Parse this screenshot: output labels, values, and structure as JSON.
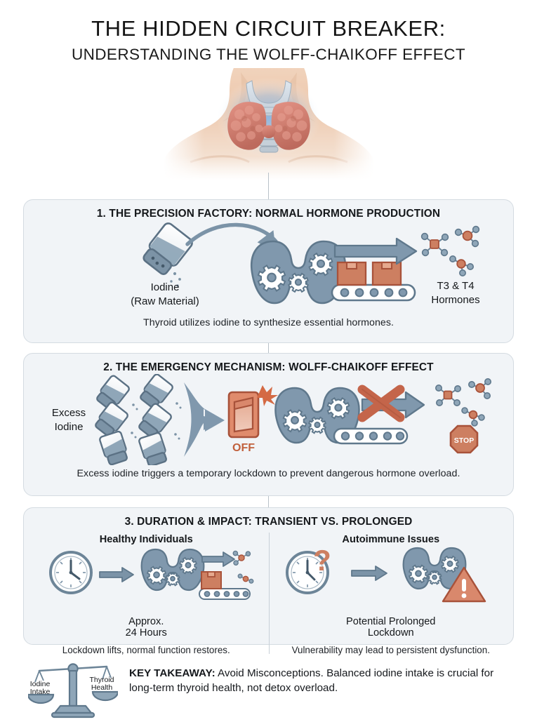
{
  "header": {
    "title": "THE HIDDEN CIRCUIT BREAKER:",
    "subtitle": "UNDERSTANDING THE WOLFF-CHAIKOFF EFFECT"
  },
  "hero": {
    "icon": "thyroid-anatomy-illustration",
    "alt": "Anatomical illustration of a human neck with thyroid gland highlighted"
  },
  "sections": [
    {
      "id": "precision-factory",
      "title": "1. THE PRECISION FACTORY: NORMAL HORMONE PRODUCTION",
      "caption": "Thyroid utilizes iodine to synthesize essential hormones.",
      "labels": {
        "source_line1": "Iodine",
        "source_line2": "(Raw Material)",
        "output_line1": "T3 & T4",
        "output_line2": "Hormones"
      },
      "icons": [
        "salt-shaker-icon",
        "curved-arrow-icon",
        "thyroid-gears-icon",
        "conveyor-belt-icon",
        "box-icon",
        "arrow-right-icon",
        "molecule-icon"
      ]
    },
    {
      "id": "emergency-mechanism",
      "title": "2. THE EMERGENCY MECHANISM: WOLFF-CHAIKOFF EFFECT",
      "caption": "Excess iodine triggers a temporary lockdown to prevent dangerous hormone overload.",
      "labels": {
        "source_line1": "Excess",
        "source_line2": "Iodine",
        "switch_state": "OFF",
        "stop_sign": "STOP"
      },
      "icons": [
        "salt-shaker-icon",
        "funnel-arrow-icon",
        "toggle-switch-off-icon",
        "spark-icon",
        "thyroid-gears-icon",
        "red-x-icon",
        "arrow-right-icon",
        "conveyor-belt-icon",
        "molecule-icon",
        "stop-sign-icon"
      ]
    },
    {
      "id": "duration-impact",
      "title": "3. DURATION & IMPACT: TRANSIENT VS. PROLONGED",
      "columns": [
        {
          "heading": "Healthy Individuals",
          "label_line1": "Approx.",
          "label_line2": "24 Hours",
          "caption": "Lockdown lifts, normal function restores.",
          "icons": [
            "clock-icon",
            "arrow-right-icon",
            "thyroid-gears-icon",
            "conveyor-belt-icon",
            "box-icon",
            "molecule-icon"
          ]
        },
        {
          "heading": "Autoimmune Issues",
          "label_line1": "Potential Prolonged",
          "label_line2": "Lockdown",
          "caption": "Vulnerability may lead to persistent dysfunction.",
          "icons": [
            "clock-icon",
            "question-mark-icon",
            "arrow-right-icon",
            "thyroid-gears-icon",
            "warning-triangle-icon"
          ]
        }
      ]
    }
  ],
  "footer": {
    "icon": "balance-scale-icon",
    "scale_left_line1": "Iodine",
    "scale_left_line2": "Intake",
    "scale_right_line1": "Thyroid",
    "scale_right_line2": "Health",
    "takeaway_label": "KEY TAKEAWAY:",
    "takeaway_text": " Avoid Misconceptions. Balanced iodine intake is crucial for long-term thyroid health, not detox overload."
  },
  "colors": {
    "panel_bg": "#f1f4f7",
    "panel_border": "#d4dbe1",
    "steel_blue": "#8098ad",
    "steel_dark": "#56707f",
    "terracotta": "#c96f53",
    "terracotta_light": "#e09a7e",
    "ink": "#15181b"
  }
}
